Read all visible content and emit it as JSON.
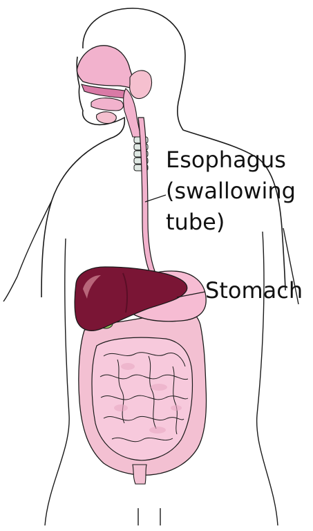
{
  "diagram": {
    "labels": {
      "esophagus_line1": "Esophagus",
      "esophagus_line2": "(swallowing",
      "esophagus_line3": "tube)",
      "stomach": "Stomach"
    },
    "colors": {
      "outline": "#1a1a1a",
      "mucosa_pink": "#f2b2cd",
      "mucosa_dark": "#d97aa6",
      "liver": "#7a1535",
      "liver_shade": "#5a0e26",
      "liver_highlight": "#c87a8c",
      "stomach": "#f6bcd3",
      "intestine": "#f7c9dc",
      "intestine_fold": "#e7a8c2",
      "colon": "#f3c0d2",
      "trachea_ring": "#dfe8e3",
      "gland": "#f5c0cf",
      "gallbladder": "#9fd06a"
    }
  }
}
